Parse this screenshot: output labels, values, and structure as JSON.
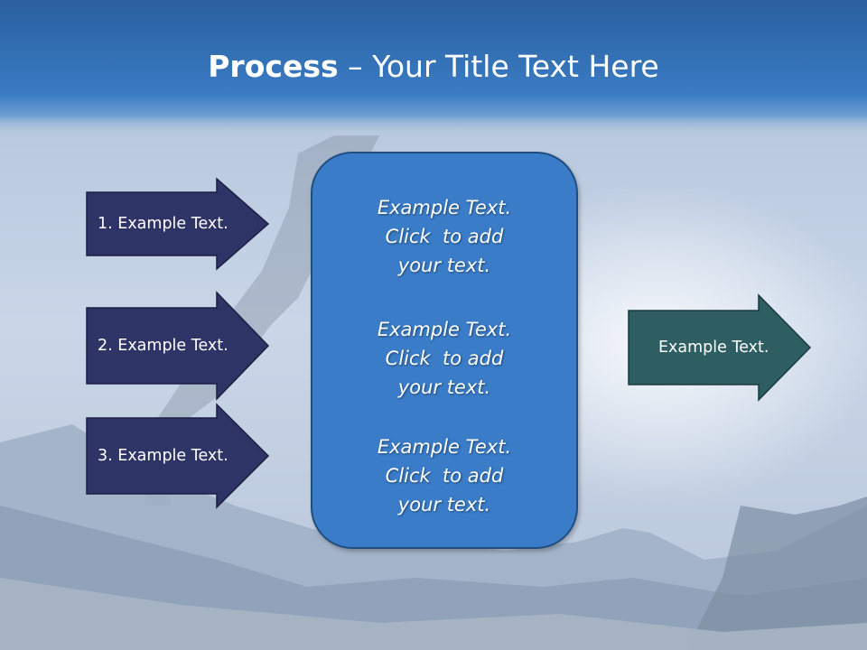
{
  "title": {
    "bold": "Process",
    "dash": " – ",
    "rest": "Your Title Text Here"
  },
  "inputs": [
    {
      "label": "1. Example Text."
    },
    {
      "label": "2. Example Text."
    },
    {
      "label": "3. Example Text."
    }
  ],
  "center": {
    "paragraphs": [
      {
        "line1": "Example Text.",
        "line2": "Click  to add",
        "line3": "your text."
      },
      {
        "line1": "Example Text.",
        "line2": "Click  to add",
        "line3": "your text."
      },
      {
        "line1": "Example Text.",
        "line2": "Click  to add",
        "line3": "your text."
      }
    ]
  },
  "output": {
    "label": "Example Text."
  },
  "colors": {
    "title_bar": "#2f6fb8",
    "input_arrow": "#2f3467",
    "output_arrow": "#2e5e62",
    "center_box": "#3a7cc8"
  }
}
